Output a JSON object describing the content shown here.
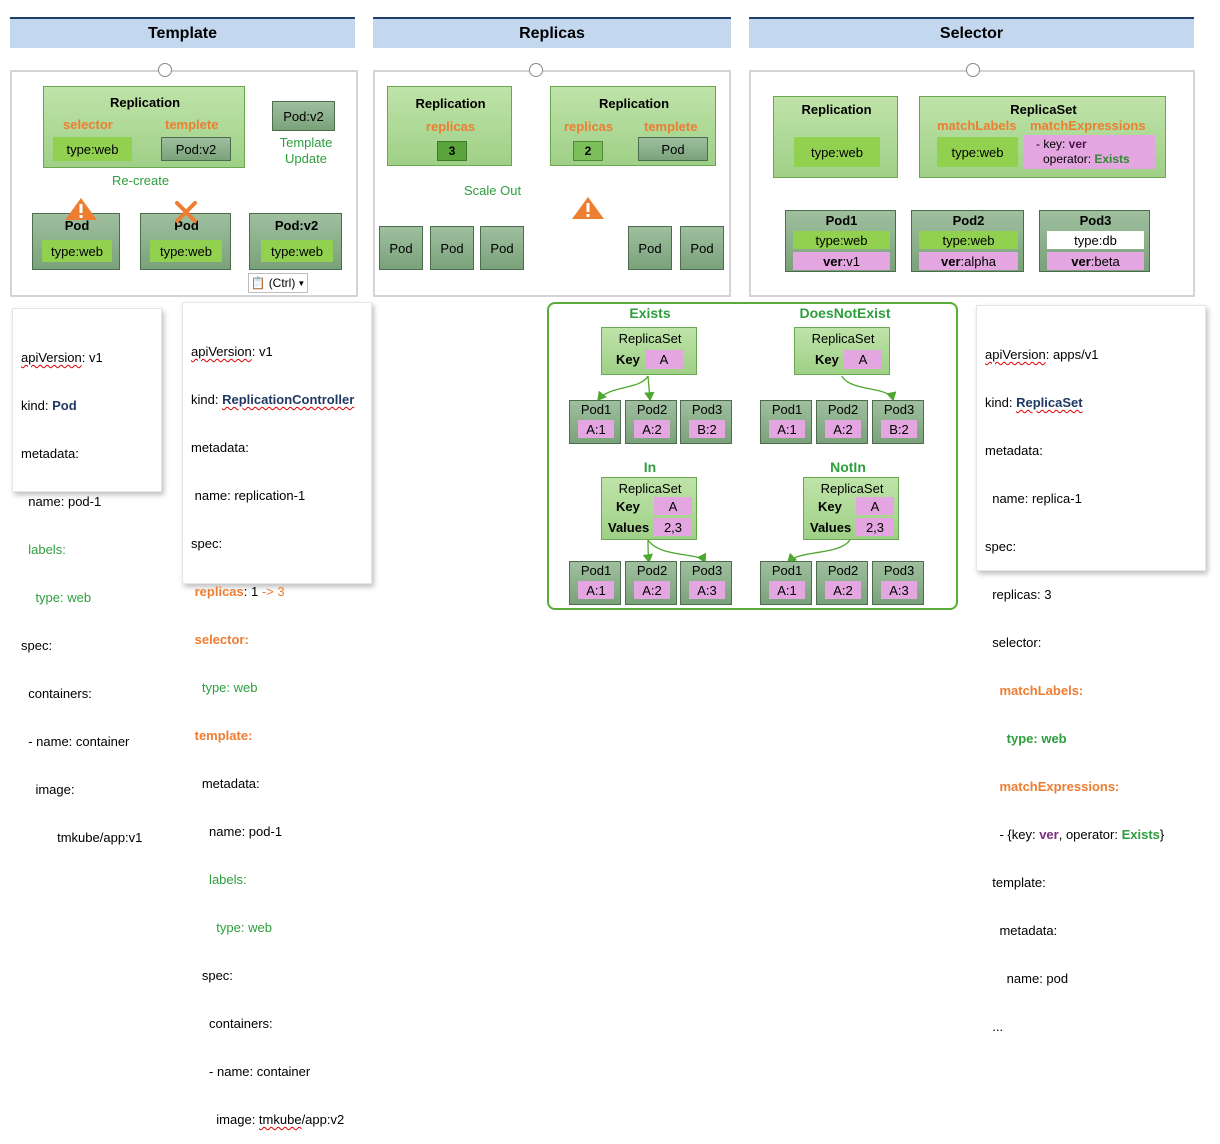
{
  "headers": {
    "template": "Template",
    "replicas": "Replicas",
    "selector": "Selector"
  },
  "template_panel": {
    "replication_title": "Replication",
    "selector_label": "selector",
    "template_label": "templete",
    "selector_value": "type:web",
    "template_pod": "Pod:v2",
    "podv2_box": "Pod:v2",
    "update_line1": "Template",
    "update_line2": "Update",
    "recreate": "Re-create",
    "pods": [
      {
        "title": "Pod",
        "label": "type:web"
      },
      {
        "title": "Pod",
        "label": "type:web"
      },
      {
        "title": "Pod:v2",
        "label": "type:web"
      }
    ],
    "paste_label": "(Ctrl)"
  },
  "replicas_panel": {
    "left_title": "Replication",
    "left_label": "replicas",
    "left_value": "3",
    "scale_out": "Scale Out",
    "left_pods": [
      "Pod",
      "Pod",
      "Pod"
    ],
    "right_title": "Replication",
    "right_replicas_label": "replicas",
    "right_template_label": "templete",
    "right_value": "2",
    "right_template_pod": "Pod",
    "right_pods": [
      "Pod",
      "Pod"
    ]
  },
  "selector_panel": {
    "replication_title": "Replication",
    "replication_value": "type:web",
    "replicaset_title": "ReplicaSet",
    "match_labels": "matchLabels",
    "match_expressions": "matchExpressions",
    "labels_value": "type:web",
    "expr_line1_prefix": "- key: ",
    "expr_line1_key": "ver",
    "expr_line2_prefix": "operator: ",
    "expr_line2_value": "Exists",
    "pods": [
      {
        "title": "Pod1",
        "type": "type:web",
        "ver_key": "ver",
        "ver_val": ":v1"
      },
      {
        "title": "Pod2",
        "type": "type:web",
        "ver_key": "ver",
        "ver_val": ":alpha"
      },
      {
        "title": "Pod3",
        "type": "type:db",
        "ver_key": "ver",
        "ver_val": ":beta"
      }
    ]
  },
  "yaml_pod": {
    "l1a": "apiVersion",
    ":": ":",
    "l1b": ": v1",
    "l2a": "kind: ",
    "l2b": "Pod",
    "l3": "metadata:",
    "l4": "  name: pod-1",
    "l5": "  labels:",
    "l6": "    type: web",
    "l7": "spec:",
    "l8": "  containers:",
    "l9": "  - name: container",
    "l10": "    image:",
    "l11": "          tmkube/app:v1"
  },
  "yaml_rc": {
    "l1a": "apiVersion",
    "l1b": ": v1",
    "l2a": "kind: ",
    "l2b": "ReplicationController",
    "l3": "metadata:",
    "l4": " name: replication-1",
    "l5": "spec:",
    "l6a": " replicas",
    "l6b": ": 1 ",
    "l6c": "-> 3",
    "l7": " selector:",
    "l8": "   type: web",
    "l9": " template:",
    "l10": "   metadata:",
    "l11": "     name: pod-1",
    "l12": "     labels:",
    "l13": "       type: web",
    "l14": "   spec:",
    "l15": "     containers:",
    "l16": "     - name: container",
    "l17a": "       image: ",
    "l17b": "tmkube",
    "l17c": "/app:v2"
  },
  "yaml_rs": {
    "l1a": "apiVersion",
    "l1b": ": apps/v1",
    "l2a": "kind: ",
    "l2b": "ReplicaSet",
    "l3": "metadata:",
    "l4": "  name: replica-1",
    "l5": "spec:",
    "l6": "  replicas: 3",
    "l7": "  selector:",
    "l8": "    matchLabels:",
    "l9": "      type: web",
    "l10": "    matchExpressions:",
    "l11a": "    - {key: ",
    "l11b": "ver",
    "l11c": ", operator: ",
    "l11d": "Exists",
    "l11e": "}",
    "l12": "  template:",
    "l13": "    metadata:",
    "l14": "      name: pod",
    "l15": "  ..."
  },
  "operators": {
    "exists": {
      "title": "Exists",
      "rs": "ReplicaSet",
      "key": "Key",
      "key_val": "A",
      "pods": [
        {
          "t": "Pod1",
          "v": "A:1"
        },
        {
          "t": "Pod2",
          "v": "A:2"
        },
        {
          "t": "Pod3",
          "v": "B:2"
        }
      ]
    },
    "doesnotexist": {
      "title": "DoesNotExist",
      "rs": "ReplicaSet",
      "key": "Key",
      "key_val": "A",
      "pods": [
        {
          "t": "Pod1",
          "v": "A:1"
        },
        {
          "t": "Pod2",
          "v": "A:2"
        },
        {
          "t": "Pod3",
          "v": "B:2"
        }
      ]
    },
    "in": {
      "title": "In",
      "rs": "ReplicaSet",
      "key": "Key",
      "key_val": "A",
      "values": "Values",
      "values_val": "2,3",
      "pods": [
        {
          "t": "Pod1",
          "v": "A:1"
        },
        {
          "t": "Pod2",
          "v": "A:2"
        },
        {
          "t": "Pod3",
          "v": "A:3"
        }
      ]
    },
    "notin": {
      "title": "NotIn",
      "rs": "ReplicaSet",
      "key": "Key",
      "key_val": "A",
      "values": "Values",
      "values_val": "2,3",
      "pods": [
        {
          "t": "Pod1",
          "v": "A:1"
        },
        {
          "t": "Pod2",
          "v": "A:2"
        },
        {
          "t": "Pod3",
          "v": "A:3"
        }
      ]
    }
  },
  "colors": {
    "header_bg": "#c3d7ef",
    "accent_orange": "#ed7d31",
    "label_green": "#2e9e3e",
    "pink": "#e4a6e0"
  }
}
